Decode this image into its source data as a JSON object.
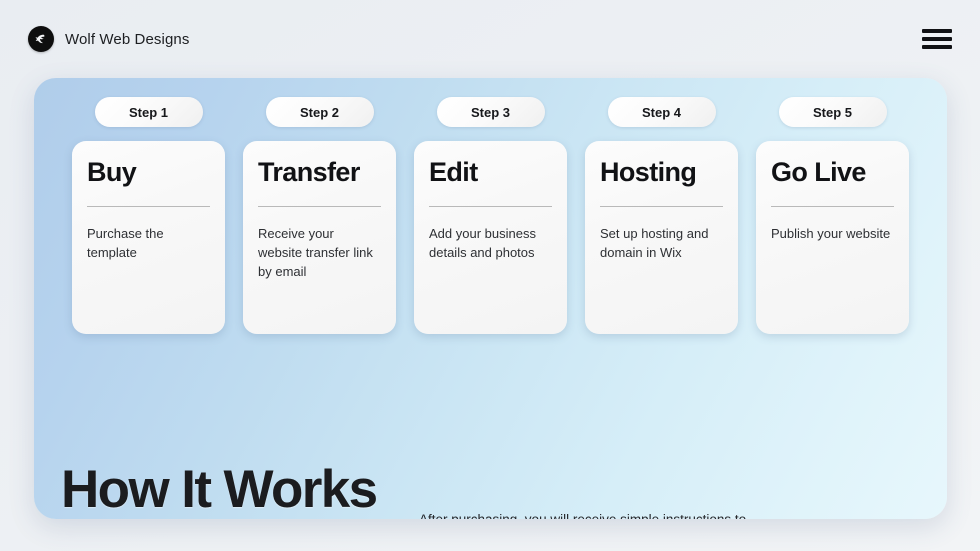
{
  "header": {
    "brand_name": "Wolf Web Designs",
    "logo_icon": "wolf-logo-icon",
    "menu_icon": "hamburger-menu-icon"
  },
  "hero": {
    "heading": "How It Works",
    "copy": "After purchasing, you will receive simple instructions to move the website into your own Wix account and start editing immediately.",
    "cta_icon": "arrow-right-icon",
    "panel_gradient_start": "#b0cdea",
    "panel_gradient_end": "#e7f7fc"
  },
  "steps": [
    {
      "pill_label": "Step 1",
      "title": "Buy",
      "description": "Purchase the template"
    },
    {
      "pill_label": "Step 2",
      "title": "Transfer",
      "description": "Receive your website transfer link by email"
    },
    {
      "pill_label": "Step 3",
      "title": "Edit",
      "description": "Add your business details and photos"
    },
    {
      "pill_label": "Step 4",
      "title": "Hosting",
      "description": "Set up hosting and domain in Wix"
    },
    {
      "pill_label": "Step 5",
      "title": "Go Live",
      "description": "Publish your website"
    }
  ]
}
